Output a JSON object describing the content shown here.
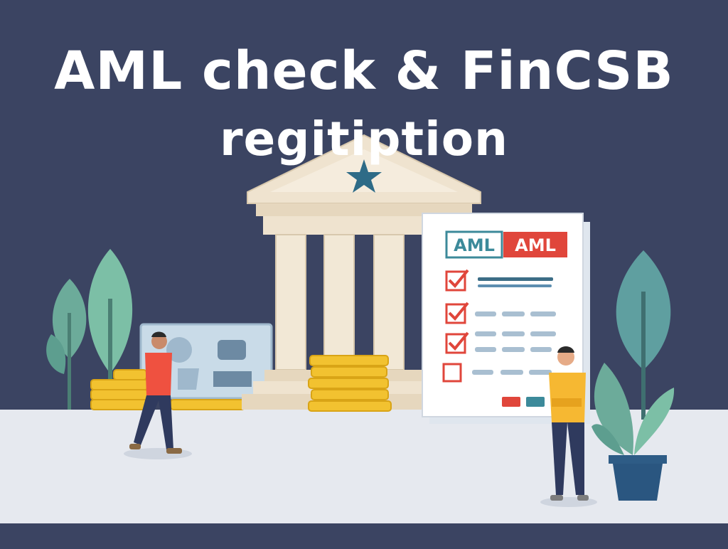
{
  "headline": {
    "line1": "AML  check & FinCSB",
    "line2": "regitiption"
  },
  "document": {
    "badge_left": "AML",
    "badge_right": "AML",
    "checklist": [
      {
        "checked": true
      },
      {
        "checked": true
      },
      {
        "checked": true
      },
      {
        "checked": false
      }
    ]
  },
  "colors": {
    "background": "#3b4462",
    "floor": "#e6e9ef",
    "accent_red": "#e0463b",
    "accent_teal": "#3c8a9a",
    "coin": "#f2c230",
    "bank": "#efe3cf"
  },
  "icons": [
    "bank-icon",
    "star-icon",
    "banknote-icon",
    "coin-stack-icon",
    "checkbox-icon",
    "tree-icon",
    "potted-plant-icon",
    "person-icon"
  ]
}
